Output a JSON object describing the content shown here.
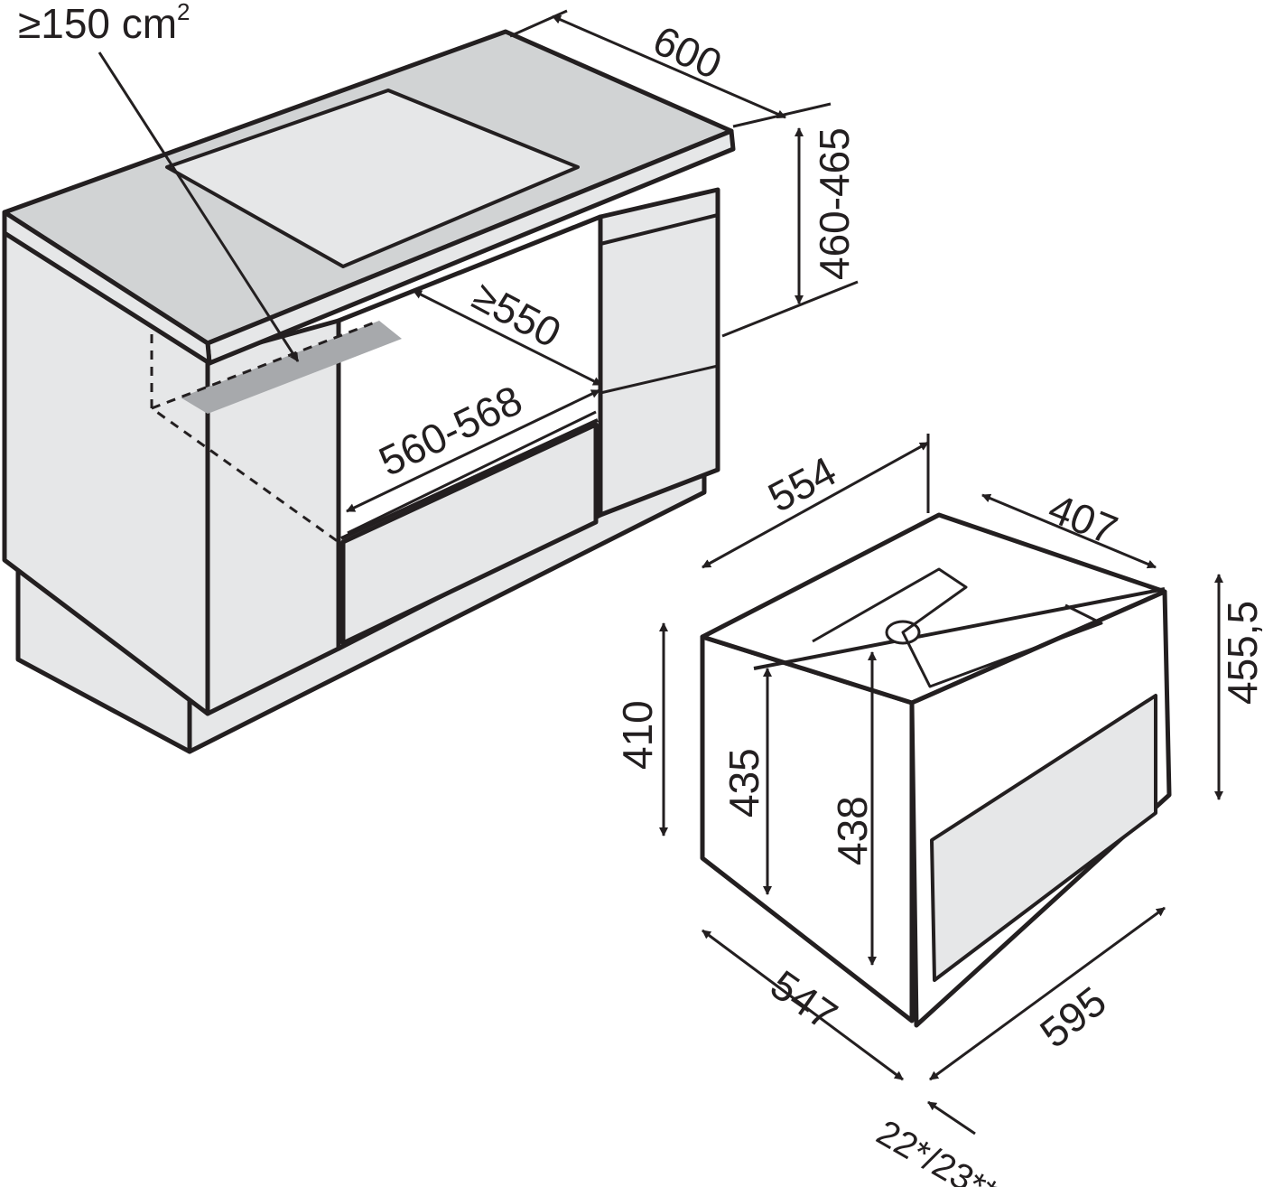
{
  "colors": {
    "panel": "#e6e7e8",
    "top": "#d1d3d4",
    "dark": "#a7a9ac",
    "line": "#231f20"
  },
  "cabinet": {
    "vent_area": "≥150 cm",
    "vent_area_exp": "2",
    "width": "600",
    "niche_height": "460-465",
    "niche_depth": "≥550",
    "niche_width": "560-568"
  },
  "appliance": {
    "width_top": "554",
    "depth_side": "407",
    "front_height": "455,5",
    "body_height": "410",
    "height_a": "435",
    "height_b": "438",
    "body_depth": "547",
    "front_width": "595",
    "front_thickness": "22*/23**"
  }
}
